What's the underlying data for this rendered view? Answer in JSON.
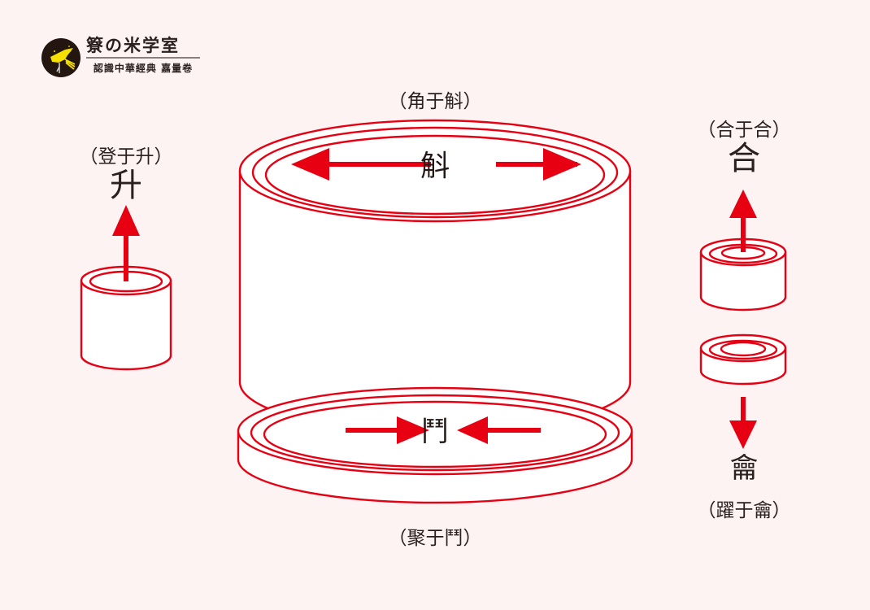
{
  "page": {
    "background_color": "#fdf3f2",
    "ink_color": "#e60012",
    "text_color": "#2b2020"
  },
  "logo": {
    "mark_icon": "yellow-bird-in-dark-circle-icon",
    "mark_bg_color": "#231510",
    "mark_bird_color": "#f5e000",
    "title": "簝の米学室",
    "subtitle": "認識中華經典 嘉量卷"
  },
  "diagram": {
    "type": "jialiang-measure-vessel-diagram",
    "top_label": "（角于斛）",
    "bottom_label": "（聚于鬥）",
    "center_upper_glyph": "斛",
    "center_lower_glyph": "鬥",
    "left": {
      "paren_label": "（登于升）",
      "glyph": "升",
      "arrow_direction": "up"
    },
    "right_top": {
      "paren_label": "（合于合）",
      "glyph": "合",
      "arrow_direction": "up"
    },
    "right_bottom": {
      "glyph": "龠",
      "paren_label": "（躍于龠）",
      "arrow_direction": "down"
    },
    "arrows": {
      "upper_left_direction": "left",
      "upper_right_direction": "right",
      "lower_left_direction": "right",
      "lower_right_direction": "left"
    }
  }
}
